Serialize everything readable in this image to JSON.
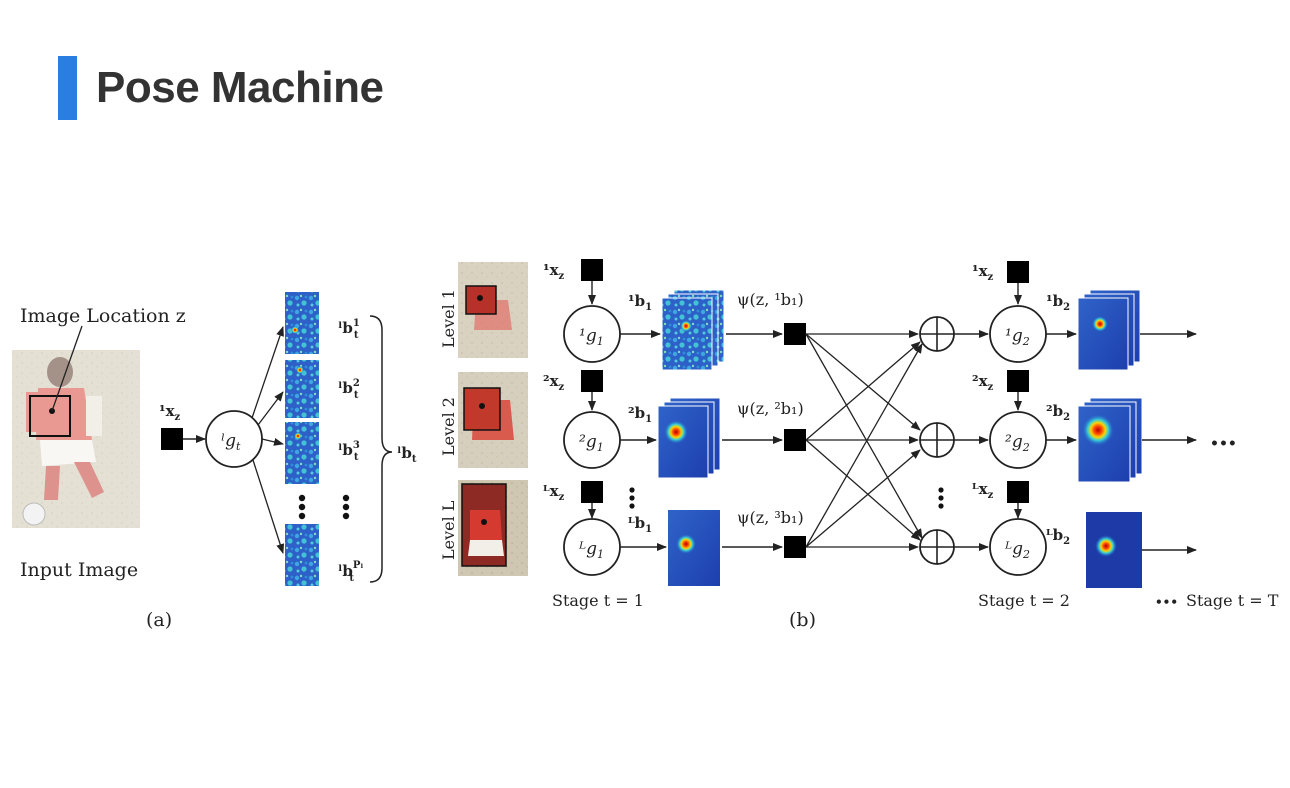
{
  "slide": {
    "title": "Pose Machine",
    "accent_color": "#2a7de1"
  },
  "panel_a": {
    "image_location_label": "Image Location z",
    "input_image_label": "Input Image",
    "feature_label": "¹x",
    "feature_sub": "z",
    "predictor_label": "ˡg",
    "predictor_sub": "t",
    "belief_labels": [
      "ˡb",
      "ˡb",
      "ˡb",
      "ˡb"
    ],
    "belief_subs": [
      "t",
      "t",
      "t",
      "t"
    ],
    "belief_sups": [
      "1",
      "2",
      "3",
      "Pₗ"
    ],
    "group_label": "ˡb",
    "group_sub": "t",
    "caption": "(a)"
  },
  "panel_b": {
    "levels": [
      {
        "level_label": "Level 1",
        "feature_label": "¹x",
        "feature_sub": "z",
        "g1_label": "¹g",
        "g1_sub": "1",
        "b1_label": "¹b",
        "b1_sub": "1",
        "psi_label": "ψ(z, ¹b₁)",
        "x2_label": "¹x",
        "x2_sub": "z",
        "g2_label": "¹g",
        "g2_sub": "2",
        "b2_label": "¹b",
        "b2_sub": "2"
      },
      {
        "level_label": "Level 2",
        "feature_label": "²x",
        "feature_sub": "z",
        "g1_label": "²g",
        "g1_sub": "1",
        "b1_label": "²b",
        "b1_sub": "1",
        "psi_label": "ψ(z, ²b₁)",
        "x2_label": "²x",
        "x2_sub": "z",
        "g2_label": "²g",
        "g2_sub": "2",
        "b2_label": "²b",
        "b2_sub": "2"
      },
      {
        "level_label": "Level L",
        "feature_label": "ᴸx",
        "feature_sub": "z",
        "g1_label": "ᴸg",
        "g1_sub": "1",
        "b1_label": "ᴸb",
        "b1_sub": "1",
        "psi_label": "ψ(z, ³b₁)",
        "x2_label": "ᴸx",
        "x2_sub": "z",
        "g2_label": "ᴸg",
        "g2_sub": "2",
        "b2_label": "ᴸb",
        "b2_sub": "2"
      }
    ],
    "stage1_label": "Stage t = 1",
    "stage2_label": "Stage t = 2",
    "stageT_label": "Stage t = T",
    "stageT_dots": "•••",
    "row2_dots": "•••",
    "caption": "(b)"
  }
}
